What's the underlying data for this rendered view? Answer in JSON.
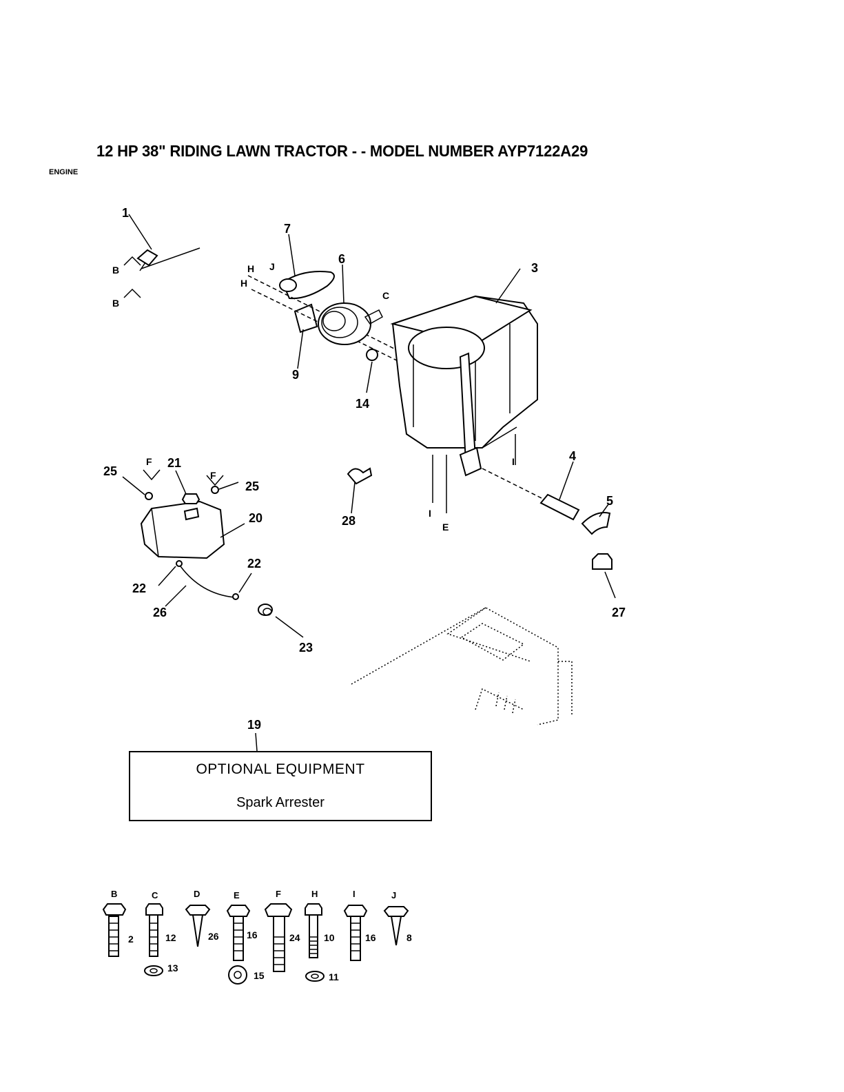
{
  "header": {
    "title": "12 HP 38\" RIDING LAWN TRACTOR - - MODEL NUMBER AYP7122A29",
    "section": "ENGINE"
  },
  "callouts": [
    "1",
    "7",
    "6",
    "3",
    "9",
    "14",
    "4",
    "5",
    "25",
    "21",
    "25",
    "20",
    "28",
    "22",
    "22",
    "26",
    "23",
    "27",
    "19"
  ],
  "letter_refs": [
    "B",
    "B",
    "H",
    "H",
    "J",
    "C",
    "I",
    "E",
    "F",
    "F",
    "I"
  ],
  "optional_box": {
    "line1": "OPTIONAL EQUIPMENT",
    "line2": "Spark Arrester"
  },
  "fasteners": [
    {
      "letter": "B",
      "bolt": "2",
      "washer": ""
    },
    {
      "letter": "C",
      "bolt": "12",
      "washer": "13"
    },
    {
      "letter": "D",
      "bolt": "26",
      "washer": ""
    },
    {
      "letter": "E",
      "bolt": "16",
      "washer": "15"
    },
    {
      "letter": "F",
      "bolt": "24",
      "washer": ""
    },
    {
      "letter": "H",
      "bolt": "10",
      "washer": "11"
    },
    {
      "letter": "I",
      "bolt": "16",
      "washer": ""
    },
    {
      "letter": "J",
      "bolt": "8",
      "washer": ""
    }
  ]
}
